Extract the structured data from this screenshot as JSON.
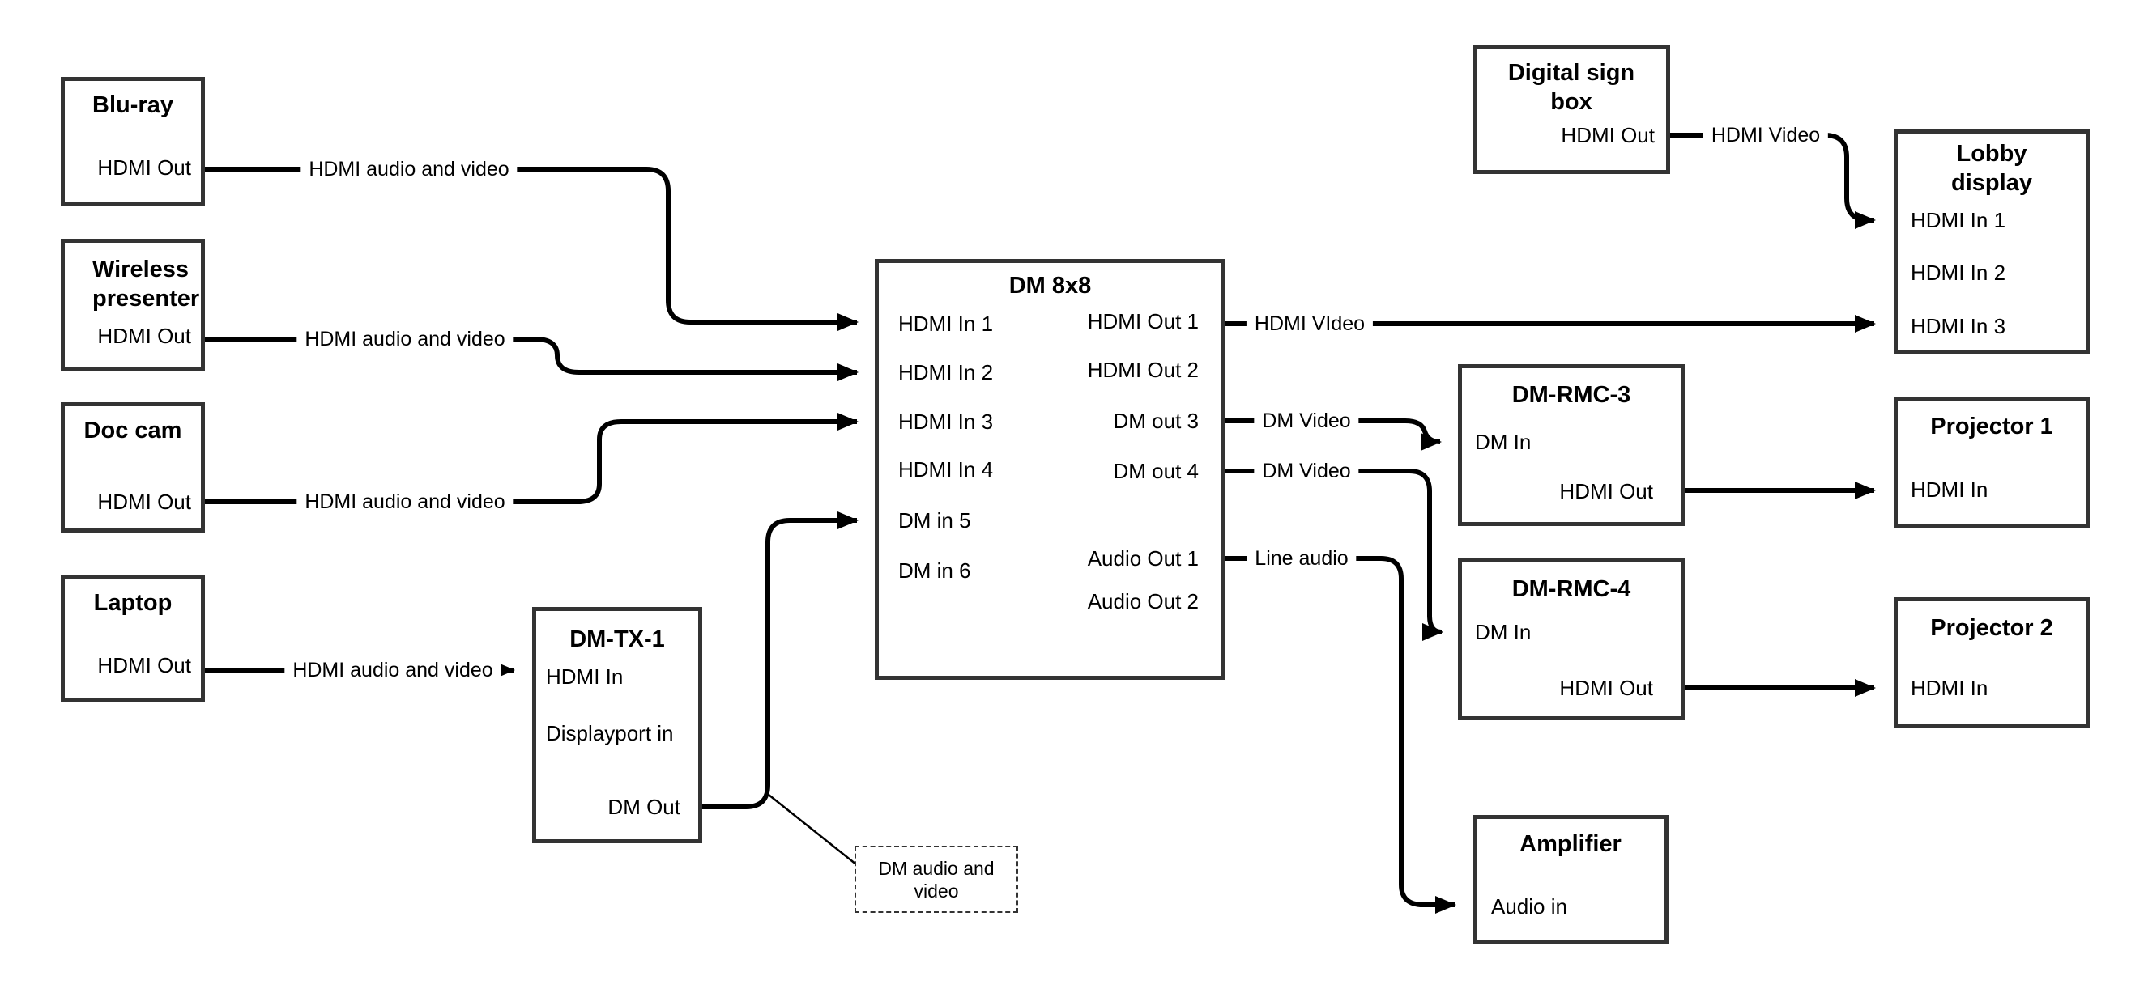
{
  "nodes": {
    "bluray": {
      "title": "Blu-ray",
      "hdmi_out": "HDMI Out"
    },
    "wireless": {
      "title": "Wireless presenter",
      "hdmi_out": "HDMI Out"
    },
    "doccam": {
      "title": "Doc cam",
      "hdmi_out": "HDMI Out"
    },
    "laptop": {
      "title": "Laptop",
      "hdmi_out": "HDMI Out"
    },
    "dmtx1": {
      "title": "DM-TX-1",
      "hdmi_in": "HDMI In",
      "displayport_in": "Displayport in",
      "dm_out": "DM Out"
    },
    "dm8x8": {
      "title": "DM 8x8",
      "inputs": [
        "HDMI In 1",
        "HDMI In 2",
        "HDMI In 3",
        "HDMI In 4",
        "DM in 5",
        "DM in 6"
      ],
      "outputs": [
        "HDMI Out 1",
        "HDMI Out 2",
        "DM out 3",
        "DM out 4",
        "Audio Out 1",
        "Audio Out 2"
      ]
    },
    "signbox": {
      "title": "Digital sign box",
      "hdmi_out": "HDMI Out"
    },
    "lobby": {
      "title": "Lobby display",
      "inputs": [
        "HDMI In 1",
        "HDMI In 2",
        "HDMI In 3"
      ]
    },
    "rmc3": {
      "title": "DM-RMC-3",
      "dm_in": "DM In",
      "hdmi_out": "HDMI Out"
    },
    "rmc4": {
      "title": "DM-RMC-4",
      "dm_in": "DM In",
      "hdmi_out": "HDMI Out"
    },
    "proj1": {
      "title": "Projector 1",
      "hdmi_in": "HDMI In"
    },
    "proj2": {
      "title": "Projector 2",
      "hdmi_in": "HDMI In"
    },
    "amp": {
      "title": "Amplifier",
      "audio_in": "Audio in"
    }
  },
  "edges": {
    "bluray_to_dm8x8": "HDMI audio and video",
    "wireless_to_dm8x8": "HDMI audio and video",
    "doccam_to_dm8x8": "HDMI audio and video",
    "laptop_to_dmtx1": "HDMI audio and video",
    "hdmiout1_to_lobby": "HDMI VIdeo",
    "dmout3_to_rmc3": "DM Video",
    "dmout4_to_rmc4": "DM Video",
    "audioout1_to_amplifier": "Line audio",
    "signbox_to_lobby": "HDMI Video",
    "dm_callout": "DM audio and video"
  },
  "colors": {
    "line": "#000000",
    "box_border": "#333333",
    "background": "#ffffff"
  }
}
